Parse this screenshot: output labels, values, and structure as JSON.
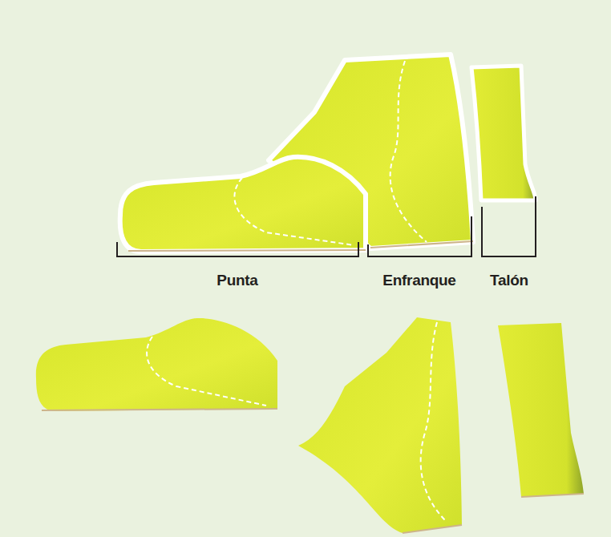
{
  "diagram": {
    "labels": [
      "Punta",
      "Enfranque",
      "Talón"
    ]
  }
}
